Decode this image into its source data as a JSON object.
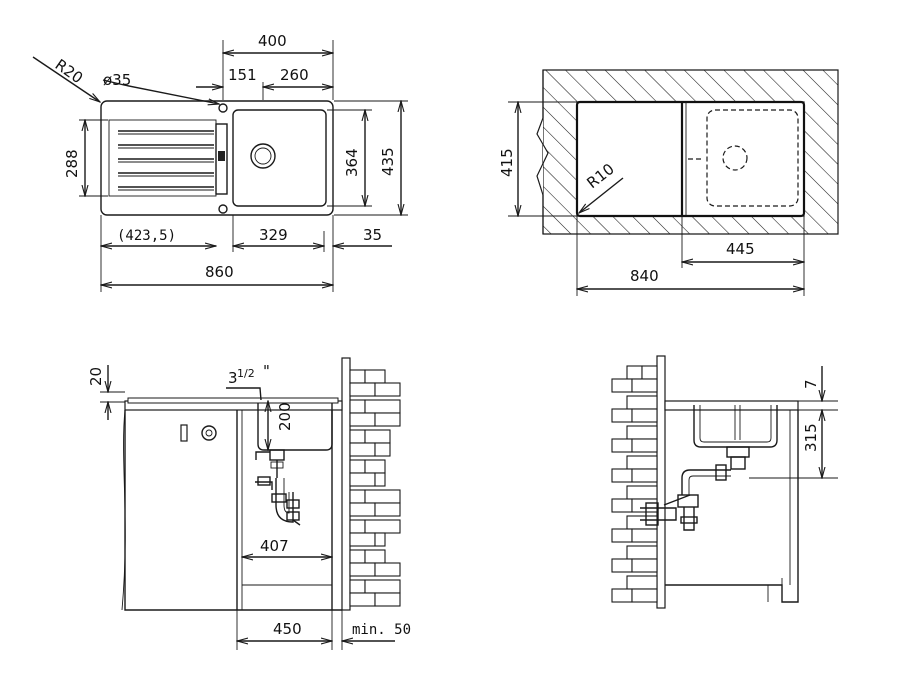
{
  "top_view": {
    "dim_400": "400",
    "dim_151": "151",
    "dim_260": "260",
    "dim_r20": "R20",
    "dim_d35": "ø35",
    "dim_288": "288",
    "dim_364": "364",
    "dim_435": "435",
    "dim_4235": "(423,5)",
    "dim_329": "329",
    "dim_35": "35",
    "dim_860": "860"
  },
  "cutout_view": {
    "dim_415": "415",
    "dim_r10": "R10",
    "dim_445": "445",
    "dim_840": "840"
  },
  "side_view_left": {
    "dim_20": "20",
    "dim_thread_whole": "3",
    "dim_thread_frac": "1/2",
    "dim_thread_unit": "\"",
    "dim_200": "200",
    "dim_407": "407",
    "dim_450": "450",
    "dim_min50": "min. 50"
  },
  "side_view_right": {
    "dim_7": "7",
    "dim_315": "315"
  }
}
